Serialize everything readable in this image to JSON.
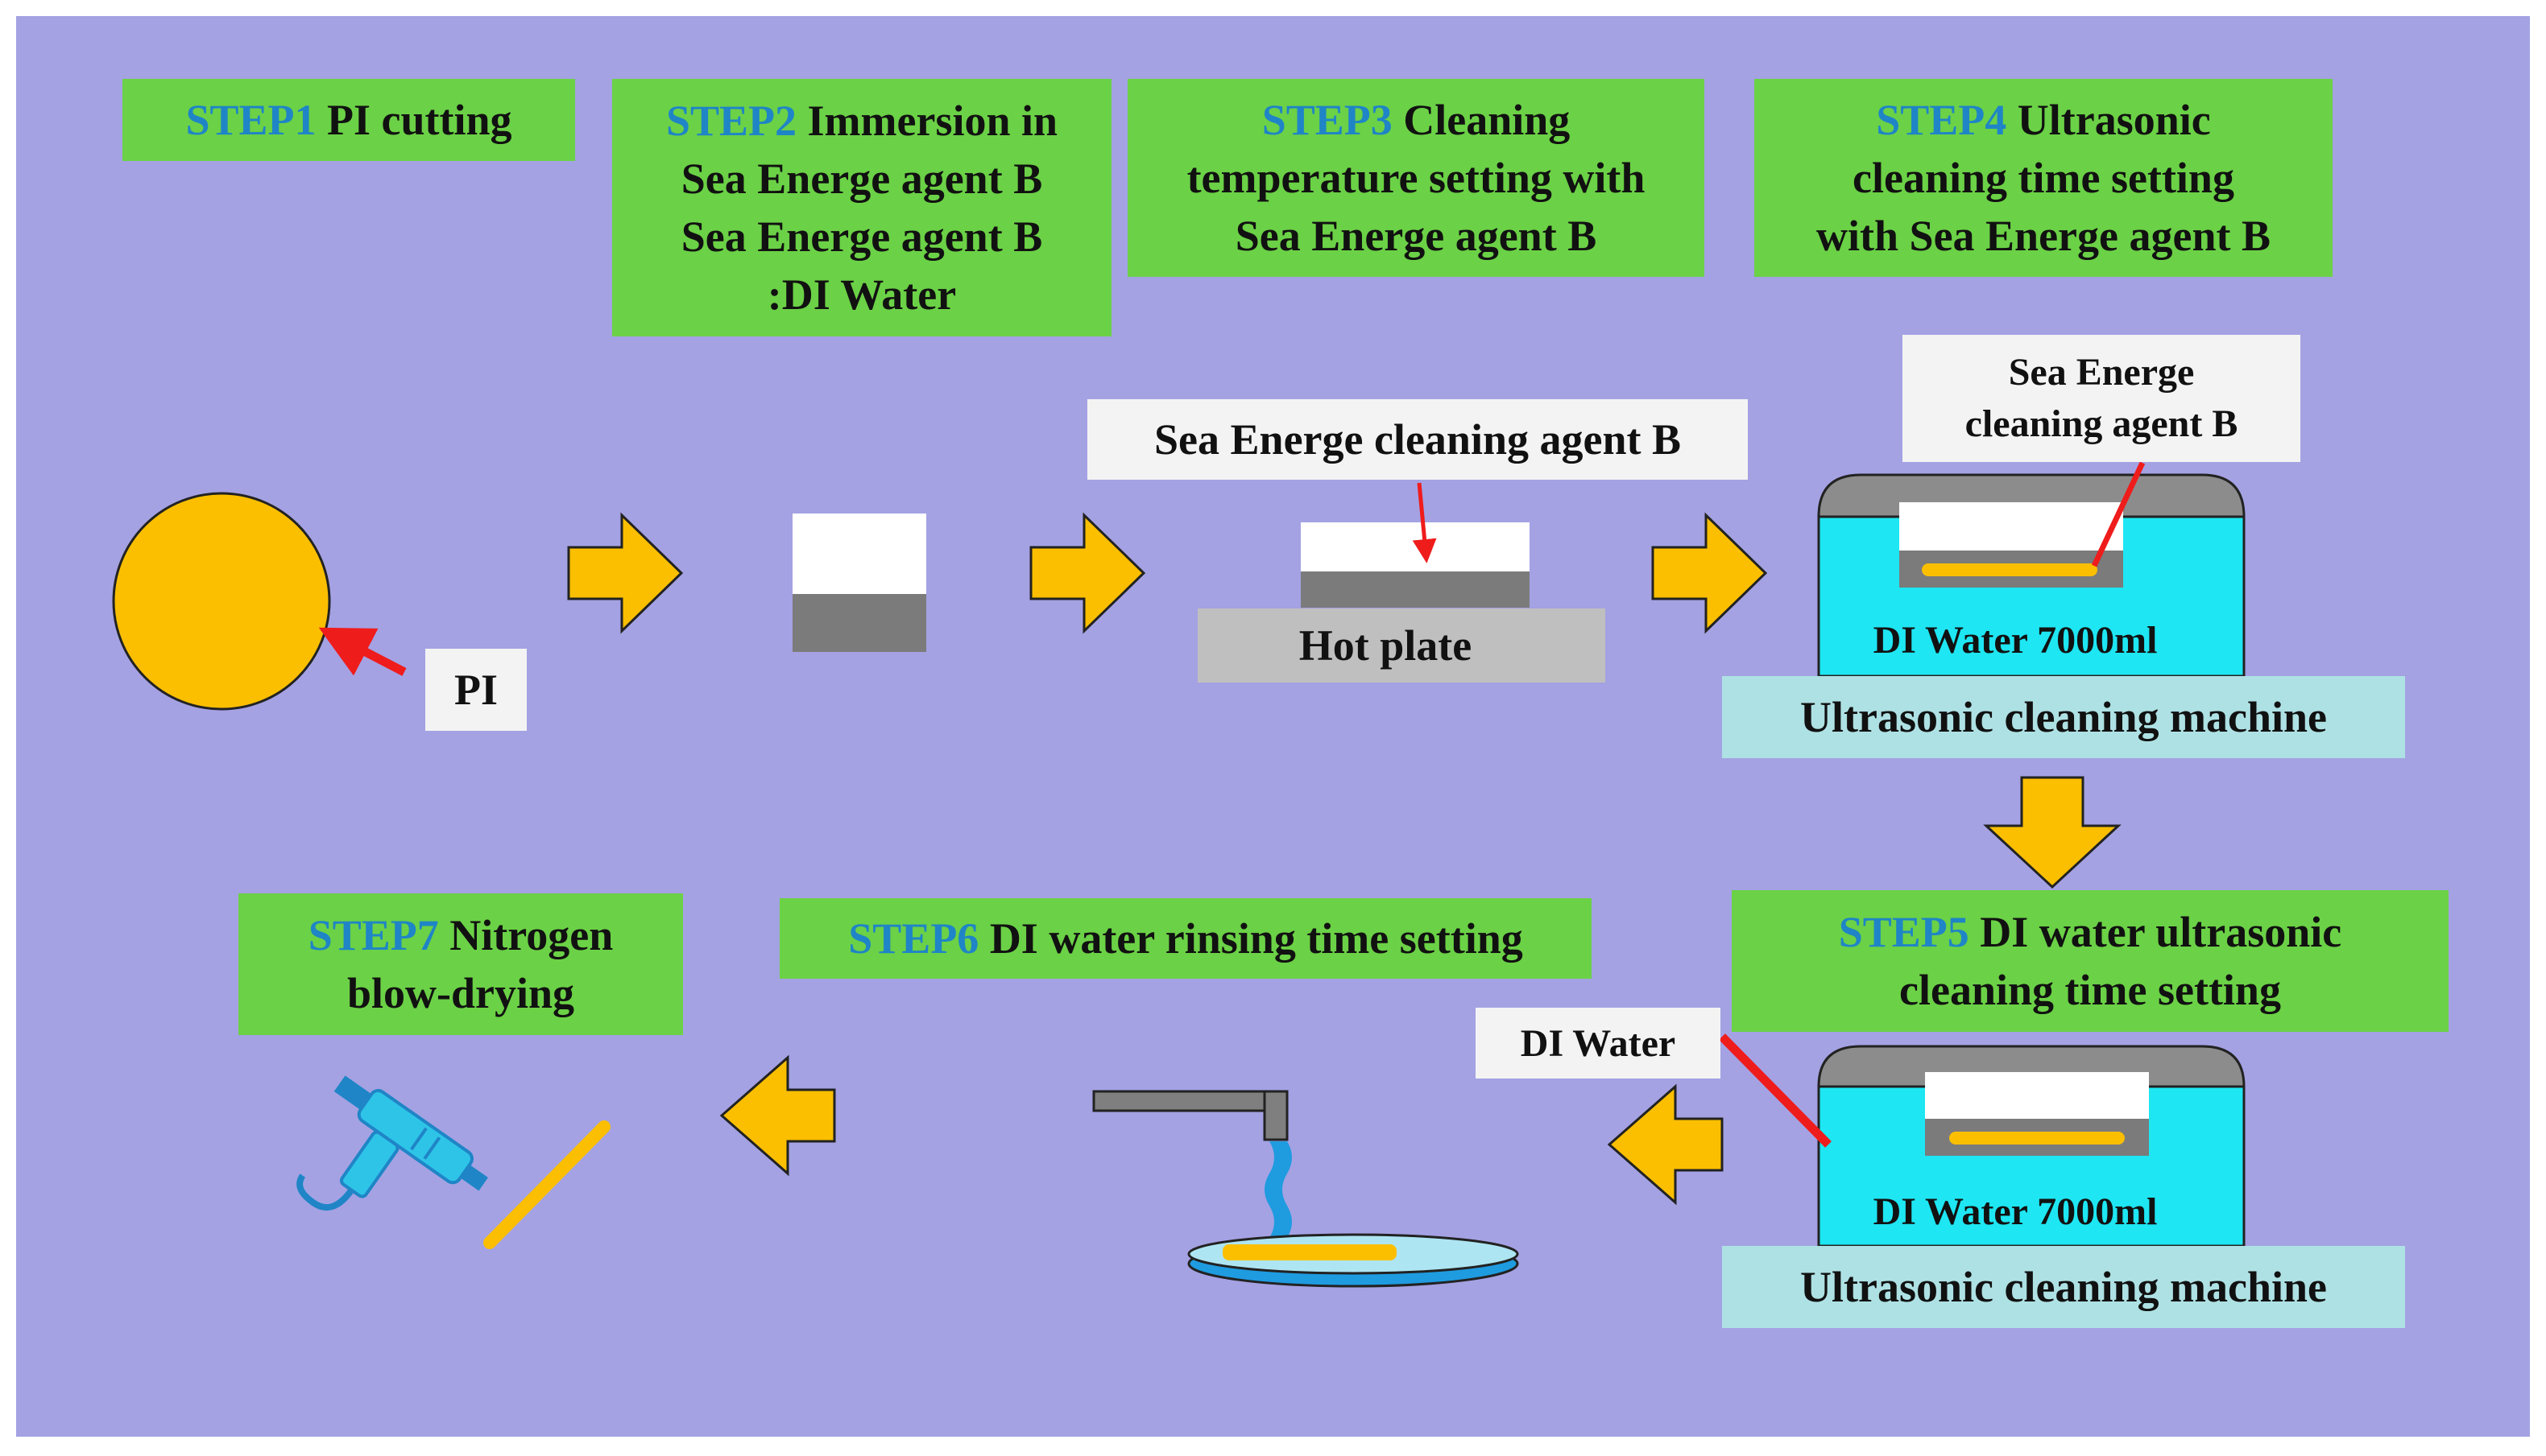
{
  "colors": {
    "background": "#a4a2e3",
    "step_box": "#6bd146",
    "step_number": "#1f85c6",
    "arrow": "#fbbf00",
    "pi_disc": "#fbbf00",
    "pointer": "#ef1c1c",
    "water": "#1ee6f2",
    "machine_label": "#aee1e4",
    "label_box": "#f3f3f3"
  },
  "steps": [
    {
      "num": "STEP1",
      "lines": [
        "PI cutting"
      ]
    },
    {
      "num": "STEP2",
      "lines": [
        "Immersion in",
        "Sea Energe agent B",
        "Sea Energe agent B",
        ":DI Water"
      ]
    },
    {
      "num": "STEP3",
      "lines": [
        "Cleaning",
        "temperature setting with",
        "Sea Energe agent B"
      ]
    },
    {
      "num": "STEP4",
      "lines": [
        "Ultrasonic",
        "cleaning time setting",
        "with Sea Energe agent B"
      ]
    },
    {
      "num": "STEP5",
      "lines": [
        "DI water ultrasonic",
        "cleaning time setting"
      ]
    },
    {
      "num": "STEP6",
      "lines": [
        "DI water rinsing time setting"
      ]
    },
    {
      "num": "STEP7",
      "lines": [
        "Nitrogen",
        "blow-drying"
      ]
    }
  ],
  "labels": {
    "pi": "PI",
    "cleaning_agent": "Sea Energe cleaning agent B",
    "hot_plate": "Hot plate",
    "agent_line1": "Sea Energe",
    "agent_line2": "cleaning agent B",
    "di_water_tank_1": "DI Water 7000ml",
    "di_water_tank_2": "DI Water 7000ml",
    "machine_1": "Ultrasonic cleaning machine",
    "machine_2": "Ultrasonic cleaning machine",
    "di_water": "DI Water"
  },
  "icons": [
    "pi-disc-icon",
    "arrow-right-icon",
    "arrow-down-icon",
    "arrow-left-icon",
    "sample-block-icon",
    "hot-plate-icon",
    "ultrasonic-bath-icon",
    "faucet-icon",
    "petri-dish-icon",
    "nitrogen-gun-icon",
    "sample-strip-icon"
  ]
}
